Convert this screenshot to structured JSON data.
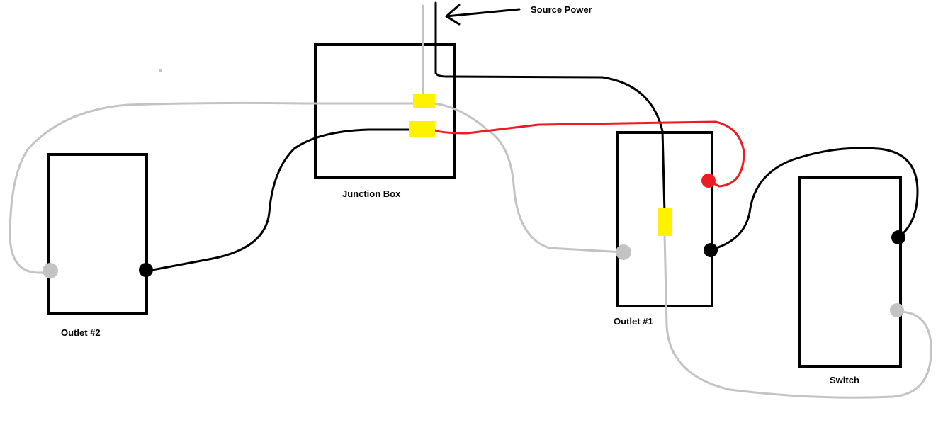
{
  "diagram": {
    "title": "Outlet and switch wiring sketch",
    "labels": {
      "source_power": "Source Power",
      "junction_box": "Junction Box",
      "outlet_2": "Outlet #2",
      "outlet_1": "Outlet #1",
      "switch": "Switch"
    },
    "colors": {
      "hot_wire": "#000000",
      "neutral_wire": "#c3c3c3",
      "switched_wire": "#ed1c24",
      "wire_nut": "#fff200",
      "outline": "#000000"
    },
    "components": [
      "Junction Box",
      "Outlet #2",
      "Outlet #1",
      "Switch"
    ],
    "connections": [
      {
        "from": "Source Power",
        "to": "Junction Box",
        "wire": "neutral"
      },
      {
        "from": "Source Power",
        "to": "Outlet #1",
        "wire": "hot"
      },
      {
        "from": "Junction Box",
        "to": "Outlet #2",
        "wire": "neutral"
      },
      {
        "from": "Junction Box",
        "to": "Outlet #2",
        "wire": "hot"
      },
      {
        "from": "Junction Box",
        "to": "Outlet #1",
        "wire": "neutral"
      },
      {
        "from": "Junction Box",
        "to": "Outlet #1",
        "wire": "switched"
      },
      {
        "from": "Outlet #1",
        "to": "Switch",
        "wire": "hot"
      },
      {
        "from": "Outlet #1",
        "to": "Switch",
        "wire": "neutral"
      }
    ]
  }
}
